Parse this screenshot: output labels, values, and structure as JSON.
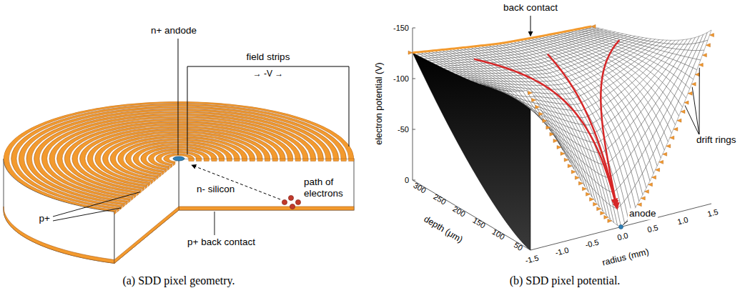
{
  "diagram": {
    "labels": [
      "n+ andode",
      "field strips",
      "→ -V →",
      "path of electrons",
      "n- silicon",
      "p+",
      "p+ back contact",
      "(a) SDD pixel geometry.",
      "back contact",
      "drift rings",
      "electron potential (V)",
      "-150",
      "-100",
      "-50",
      "0",
      "depth (μm)",
      "300",
      "250",
      "200",
      "150",
      "100",
      "50",
      "radius (mm)",
      "-1.5",
      "-1.0",
      "-0.5",
      "0.0",
      "0.5",
      "1.0",
      "1.5",
      "anode",
      "(b) SDD pixel potential."
    ]
  }
}
